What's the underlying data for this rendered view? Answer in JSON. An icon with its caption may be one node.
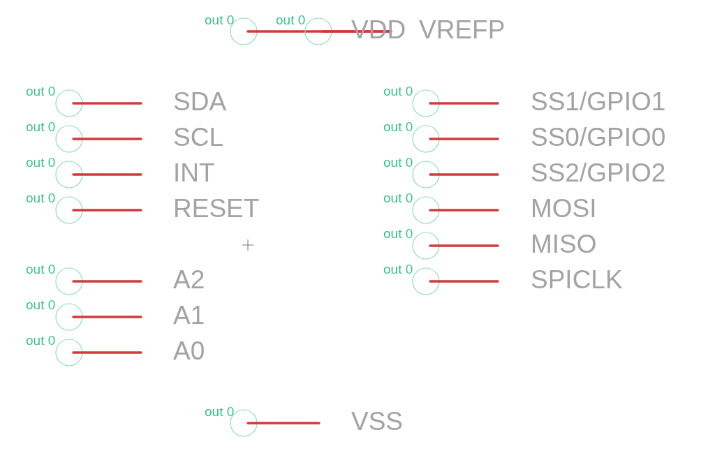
{
  "diagram": {
    "labels": [
      "out 0",
      "out 0",
      "VDD",
      "VREFP",
      "out 0",
      "SDA",
      "out 0",
      "SS1/GPIO1",
      "out 0",
      "SCL",
      "out 0",
      "SS0/GPIO0",
      "out 0",
      "INT",
      "out 0",
      "SS2/GPIO2",
      "out 0",
      "RESET",
      "out 0",
      "MOSI",
      "out 0",
      "MISO",
      "out 0",
      "A2",
      "out 0",
      "SPICLK",
      "out 0",
      "A1",
      "out 0",
      "A0",
      "out 0",
      "VSS"
    ]
  }
}
